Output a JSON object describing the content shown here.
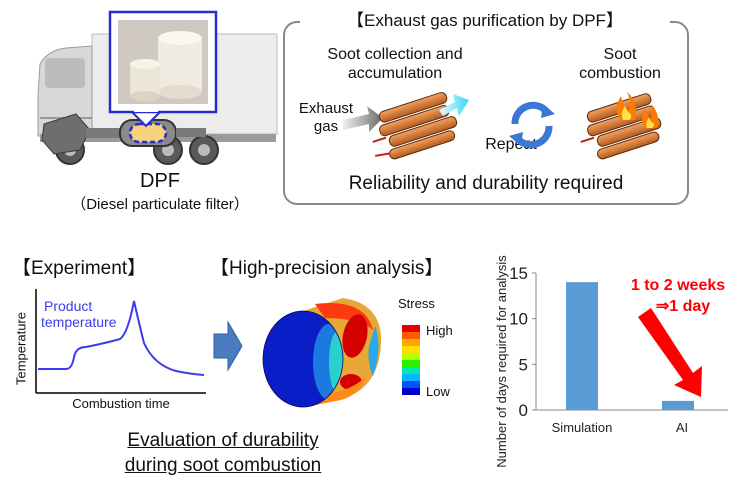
{
  "dpf": {
    "label": "DPF",
    "sublabel": "（Diesel particulate filter）"
  },
  "purification": {
    "title": "【Exhaust gas purification by DPF】",
    "soot_collection_line1": "Soot collection and",
    "soot_collection_line2": "accumulation",
    "soot_combustion_line1": "Soot",
    "soot_combustion_line2": "combustion",
    "exhaust_line1": "Exhaust",
    "exhaust_line2": "gas",
    "repeat": "Repeat",
    "reliability": "Reliability and durability required"
  },
  "experiment": {
    "title": "【Experiment】",
    "curve_label_line1": "Product",
    "curve_label_line2": "temperature",
    "ylabel": "Temperature",
    "xlabel": "Combustion time",
    "curve_color": "#3b3bef"
  },
  "analysis": {
    "title": "【High-precision analysis】",
    "legend_title": "Stress",
    "legend_high": "High",
    "legend_low": "Low",
    "scale_colors": [
      "#e30000",
      "#ff5a00",
      "#ffa800",
      "#ffe000",
      "#b5ff00",
      "#28f000",
      "#00e8b0",
      "#00b8ff",
      "#0050ff",
      "#0000c8"
    ]
  },
  "evaluation": {
    "line1": "Evaluation of durability",
    "line2": "during soot combustion"
  },
  "chart_data": {
    "type": "bar",
    "categories": [
      "Simulation",
      "AI"
    ],
    "values": [
      14,
      1
    ],
    "ylabel": "Number of days required for analysis",
    "xlabel": "",
    "ylim": [
      0,
      15
    ],
    "yticks": [
      0,
      5,
      10,
      15
    ],
    "bar_color": "#5b9bd5",
    "annotation_line1": "1 to 2 weeks",
    "annotation_line2": "⇒1 day",
    "annotation_color": "#ff0000"
  }
}
